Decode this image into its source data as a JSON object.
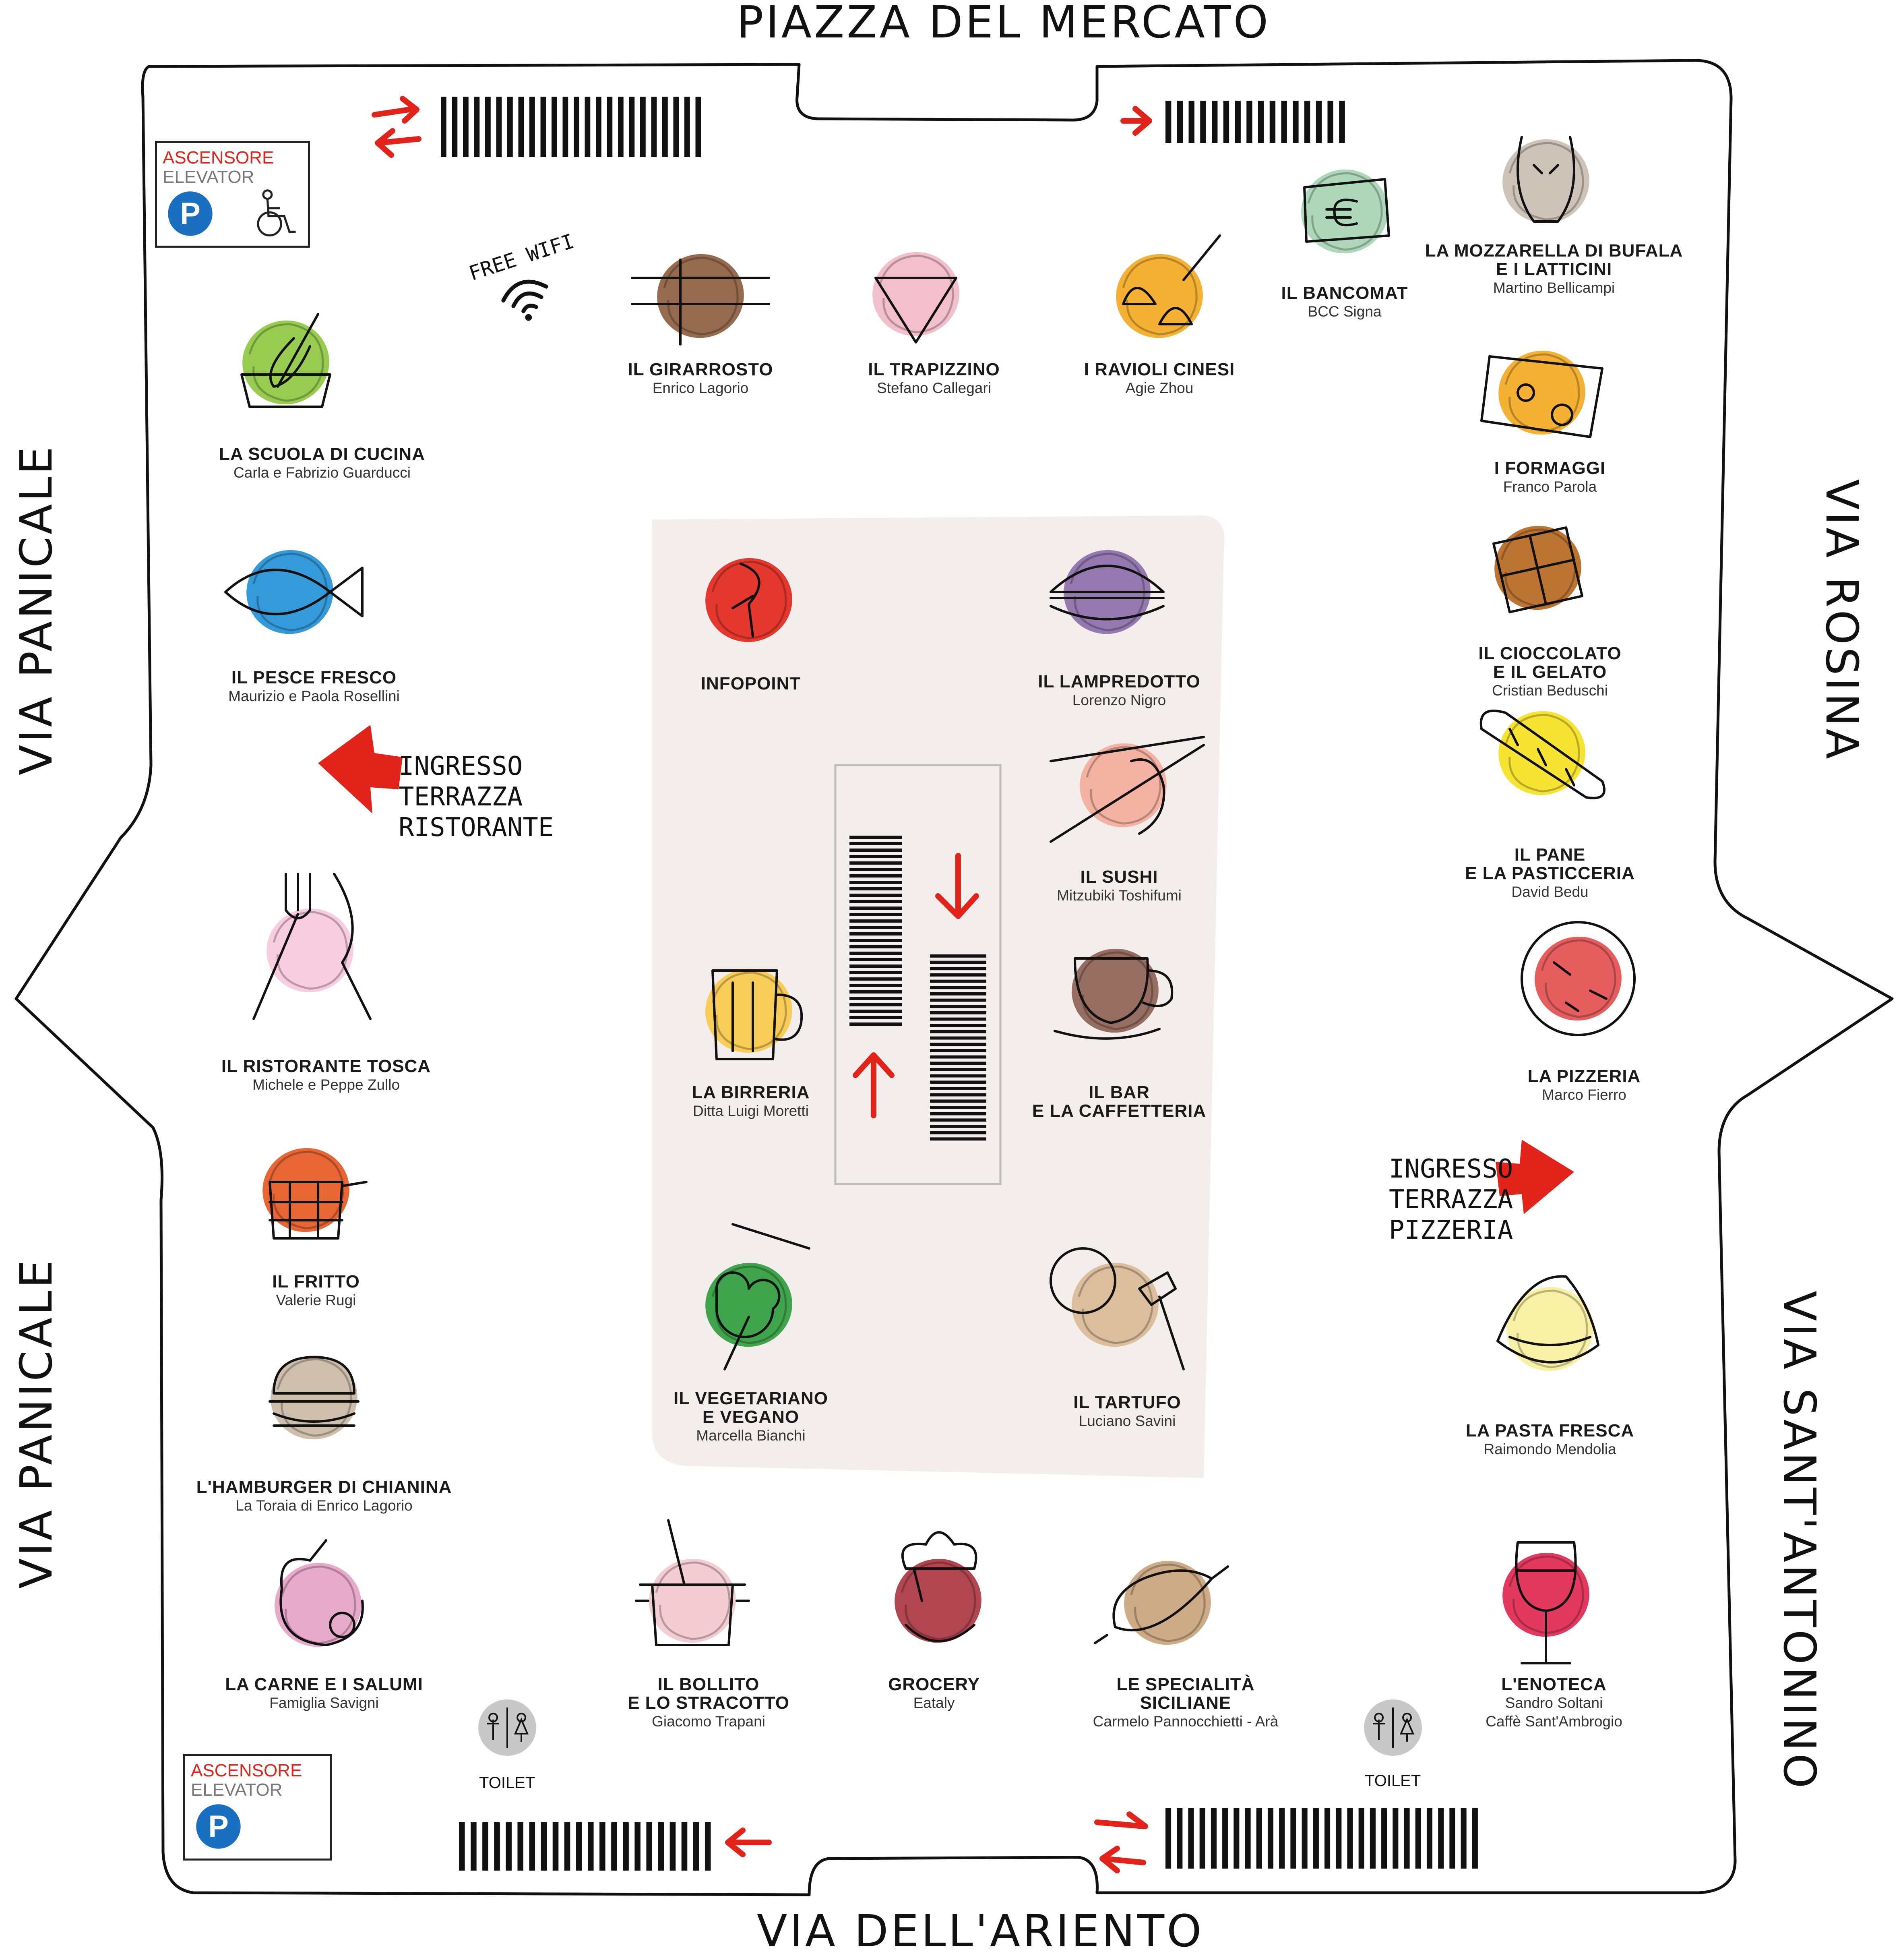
{
  "streets": {
    "top": "PIAZZA DEL MERCATO",
    "bottom": "VIA DELL'ARIENTO",
    "left_upper": "VIA PANICALE",
    "left_lower": "VIA PANICALE",
    "right_upper": "VIA ROSINA",
    "right_lower": "VIA SANT'ANTONINO"
  },
  "elevators": [
    {
      "line1": "ASCENSORE",
      "line2": "ELEVATOR"
    },
    {
      "line1": "ASCENSORE",
      "line2": "ELEVATOR"
    }
  ],
  "wifi": {
    "label": "FREE WIFI"
  },
  "toilets": [
    {
      "label": "TOILET"
    },
    {
      "label": "TOILET"
    }
  ],
  "entrances": [
    {
      "label": "INGRESSO\nTERRAZZA\nRISTORANTE"
    },
    {
      "label": "INGRESSO\nTERRAZZA\nPIZZERIA"
    }
  ],
  "stalls": [
    {
      "id": "girarrosto",
      "name": "IL GIRARROSTO",
      "owner": "Enrico Lagorio",
      "color": "#8b5a3c",
      "icon": "spit-roast-icon"
    },
    {
      "id": "trapizzino",
      "name": "IL TRAPIZZINO",
      "owner": "Stefano Callegari",
      "color": "#f2b8c6",
      "icon": "trapizzino-icon"
    },
    {
      "id": "ravioli",
      "name": "I RAVIOLI CINESI",
      "owner": "Agie Zhou",
      "color": "#f4a81d",
      "icon": "dumplings-icon"
    },
    {
      "id": "bancomat",
      "name": "IL BANCOMAT",
      "owner": "BCC Signa",
      "color": "#a6d4b4",
      "icon": "euro-banknote-icon"
    },
    {
      "id": "mozzarella",
      "name": "LA MOZZARELLA DI BUFALA\nE I LATTICINI",
      "owner": "Martino Bellicampi",
      "color": "#c9bcb0",
      "icon": "buffalo-icon"
    },
    {
      "id": "scuola",
      "name": "LA SCUOLA DI CUCINA",
      "owner": "Carla e Fabrizio Guarducci",
      "color": "#8cc63e",
      "icon": "whisk-icon"
    },
    {
      "id": "formaggi",
      "name": "I FORMAGGI",
      "owner": "Franco Parola",
      "color": "#f4a81d",
      "icon": "cheese-icon"
    },
    {
      "id": "pesce",
      "name": "IL PESCE FRESCO",
      "owner": "Maurizio e Paola Rosellini",
      "color": "#1f8fd6",
      "icon": "fish-icon"
    },
    {
      "id": "infopoint",
      "name": "INFOPOINT",
      "owner": "",
      "color": "#e2231a",
      "icon": "info-icon"
    },
    {
      "id": "lampredotto",
      "name": "IL LAMPREDOTTO",
      "owner": "Lorenzo Nigro",
      "color": "#8a6aa8",
      "icon": "sandwich-icon"
    },
    {
      "id": "cioccolato",
      "name": "IL CIOCCOLATO\nE IL GELATO",
      "owner": "Cristian Beduschi",
      "color": "#b5651d",
      "icon": "chocolate-icon"
    },
    {
      "id": "pane",
      "name": "IL PANE\nE LA PASTICCERIA",
      "owner": "David Bedu",
      "color": "#f6e01c",
      "icon": "baguette-icon"
    },
    {
      "id": "sushi",
      "name": "IL SUSHI",
      "owner": "Mitzubiki Toshifumi",
      "color": "#f4ab9a",
      "icon": "chopsticks-icon"
    },
    {
      "id": "ristorante",
      "name": "IL RISTORANTE TOSCA",
      "owner": "Michele e Peppe Zullo",
      "color": "#f7c8dc",
      "icon": "cutlery-icon"
    },
    {
      "id": "pizzeria",
      "name": "LA PIZZERIA",
      "owner": "Marco Fierro",
      "color": "#e34b4b",
      "icon": "pizza-icon"
    },
    {
      "id": "birreria",
      "name": "LA BIRRERIA",
      "owner": "Ditta Luigi Moretti",
      "color": "#f7c948",
      "icon": "beer-mug-icon"
    },
    {
      "id": "bar",
      "name": "IL BAR\nE LA CAFFETTERIA",
      "owner": "",
      "color": "#8b5e52",
      "icon": "coffee-cup-icon"
    },
    {
      "id": "fritto",
      "name": "IL FRITTO",
      "owner": "Valerie Rugi",
      "color": "#e5541e",
      "icon": "fry-basket-icon"
    },
    {
      "id": "vegetariano",
      "name": "IL VEGETARIANO\nE VEGANO",
      "owner": "Marcella Bianchi",
      "color": "#2b9b3a",
      "icon": "broccoli-icon"
    },
    {
      "id": "tartufo",
      "name": "IL TARTUFO",
      "owner": "Luciano Savini",
      "color": "#d9b894",
      "icon": "truffle-icon"
    },
    {
      "id": "pasta",
      "name": "LA PASTA FRESCA",
      "owner": "Raimondo Mendolia",
      "color": "#f7ee9a",
      "icon": "ravioli-pasta-icon"
    },
    {
      "id": "hamburger",
      "name": "L'HAMBURGER DI CHIANINA",
      "owner": "La Toraia di Enrico Lagorio",
      "color": "#c9b7a3",
      "icon": "hamburger-icon"
    },
    {
      "id": "carne",
      "name": "LA CARNE E I SALUMI",
      "owner": "Famiglia Savigni",
      "color": "#e6a1c4",
      "icon": "pig-icon"
    },
    {
      "id": "bollito",
      "name": "IL BOLLITO\nE LO STRACOTTO",
      "owner": "Giacomo Trapani",
      "color": "#f2c6cf",
      "icon": "cooking-pot-icon"
    },
    {
      "id": "grocery",
      "name": "GROCERY",
      "owner": "Eataly",
      "color": "#a8323e",
      "icon": "chef-hat-icon"
    },
    {
      "id": "siciliane",
      "name": "LE SPECIALITÀ\nSICILIANE",
      "owner": "Carmelo Pannocchietti - Arà",
      "color": "#c9a27a",
      "icon": "cannolo-icon"
    },
    {
      "id": "enoteca",
      "name": "L'ENOTECA",
      "owner": "Sandro Soltani\nCaffè Sant'Ambrogio",
      "color": "#e0244e",
      "icon": "wine-glass-icon"
    }
  ],
  "colors": {
    "arrow": "#e2231a",
    "outline": "#111111",
    "plaza": "#f3eeec",
    "parking": "#1a6fc0",
    "toilet": "#bdbdbd"
  }
}
